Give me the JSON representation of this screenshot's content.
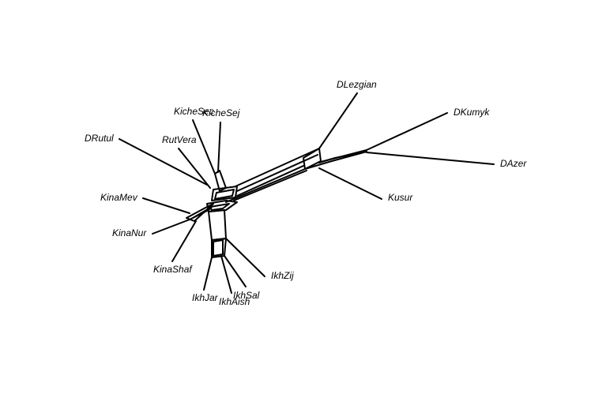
{
  "diagram": {
    "type": "splits-network",
    "line_color": "#000000",
    "background": "#ffffff",
    "taxa": [
      {
        "id": "dlezgian",
        "label": "DLezgian"
      },
      {
        "id": "dkumyk",
        "label": "DKumyk"
      },
      {
        "id": "dazer",
        "label": "DAzer"
      },
      {
        "id": "kusur",
        "label": "Kusur"
      },
      {
        "id": "drutul",
        "label": "DRutul"
      },
      {
        "id": "kichesec",
        "label": "KicheSec"
      },
      {
        "id": "kichesej",
        "label": "KicheSej"
      },
      {
        "id": "rutvera",
        "label": "RutVera"
      },
      {
        "id": "kinamev",
        "label": "KinaMev"
      },
      {
        "id": "kinanur",
        "label": "KinaNur"
      },
      {
        "id": "kinashaf",
        "label": "KinaShaf"
      },
      {
        "id": "ikhjar",
        "label": "IkhJar"
      },
      {
        "id": "ikhaish",
        "label": "IkhAish"
      },
      {
        "id": "ikhsal",
        "label": "IkhSal"
      },
      {
        "id": "ikhzij",
        "label": "IkhZij"
      }
    ]
  }
}
